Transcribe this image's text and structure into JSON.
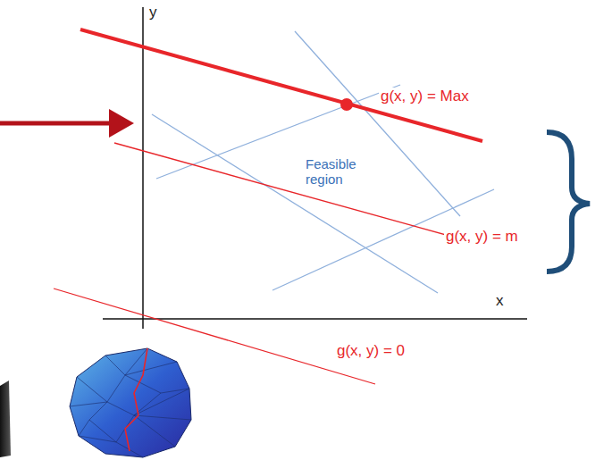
{
  "diagram": {
    "labels": [
      "y",
      "g(x, y) = Max",
      "Feasible region",
      "g(x, y) = m",
      "x",
      "g(x, y) = 0"
    ]
  }
}
